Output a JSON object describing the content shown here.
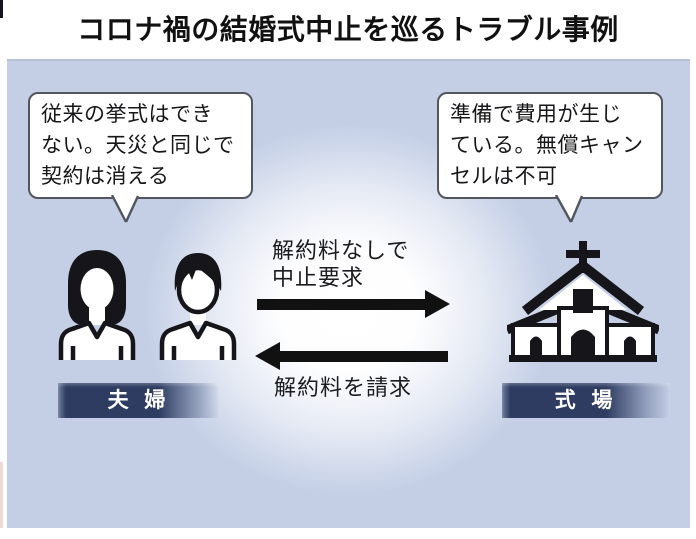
{
  "title": "コロナ禍の結婚式中止を巡るトラブル事例",
  "panel": {
    "bubble_left": "従来の挙式はでき\nない。天災と同じで\n契約は消える",
    "bubble_right": "準備で費用が生じ\nている。無償キャン\nセルは不可",
    "arrow_to_venue_label": "解約料なしで\n中止要求",
    "arrow_to_couple_label": "解約料を請求",
    "couple_label": "夫 婦",
    "venue_label": "式 場"
  },
  "icons": {
    "couple": "couple-avatars-icon",
    "wife": "wife-avatar-icon",
    "husband": "husband-avatar-icon",
    "venue": "church-icon",
    "bubble_tails": "speech-bubble-tail"
  },
  "colors": {
    "panel_bg": "#c4cfe6",
    "glow": "#ffffff",
    "label_bar": "#2e3c62",
    "label_bar_fade": "#93a0bd",
    "bubble_border": "#52565f",
    "arrow": "#111111",
    "title_text": "#111111",
    "label_text": "#ffffff"
  }
}
